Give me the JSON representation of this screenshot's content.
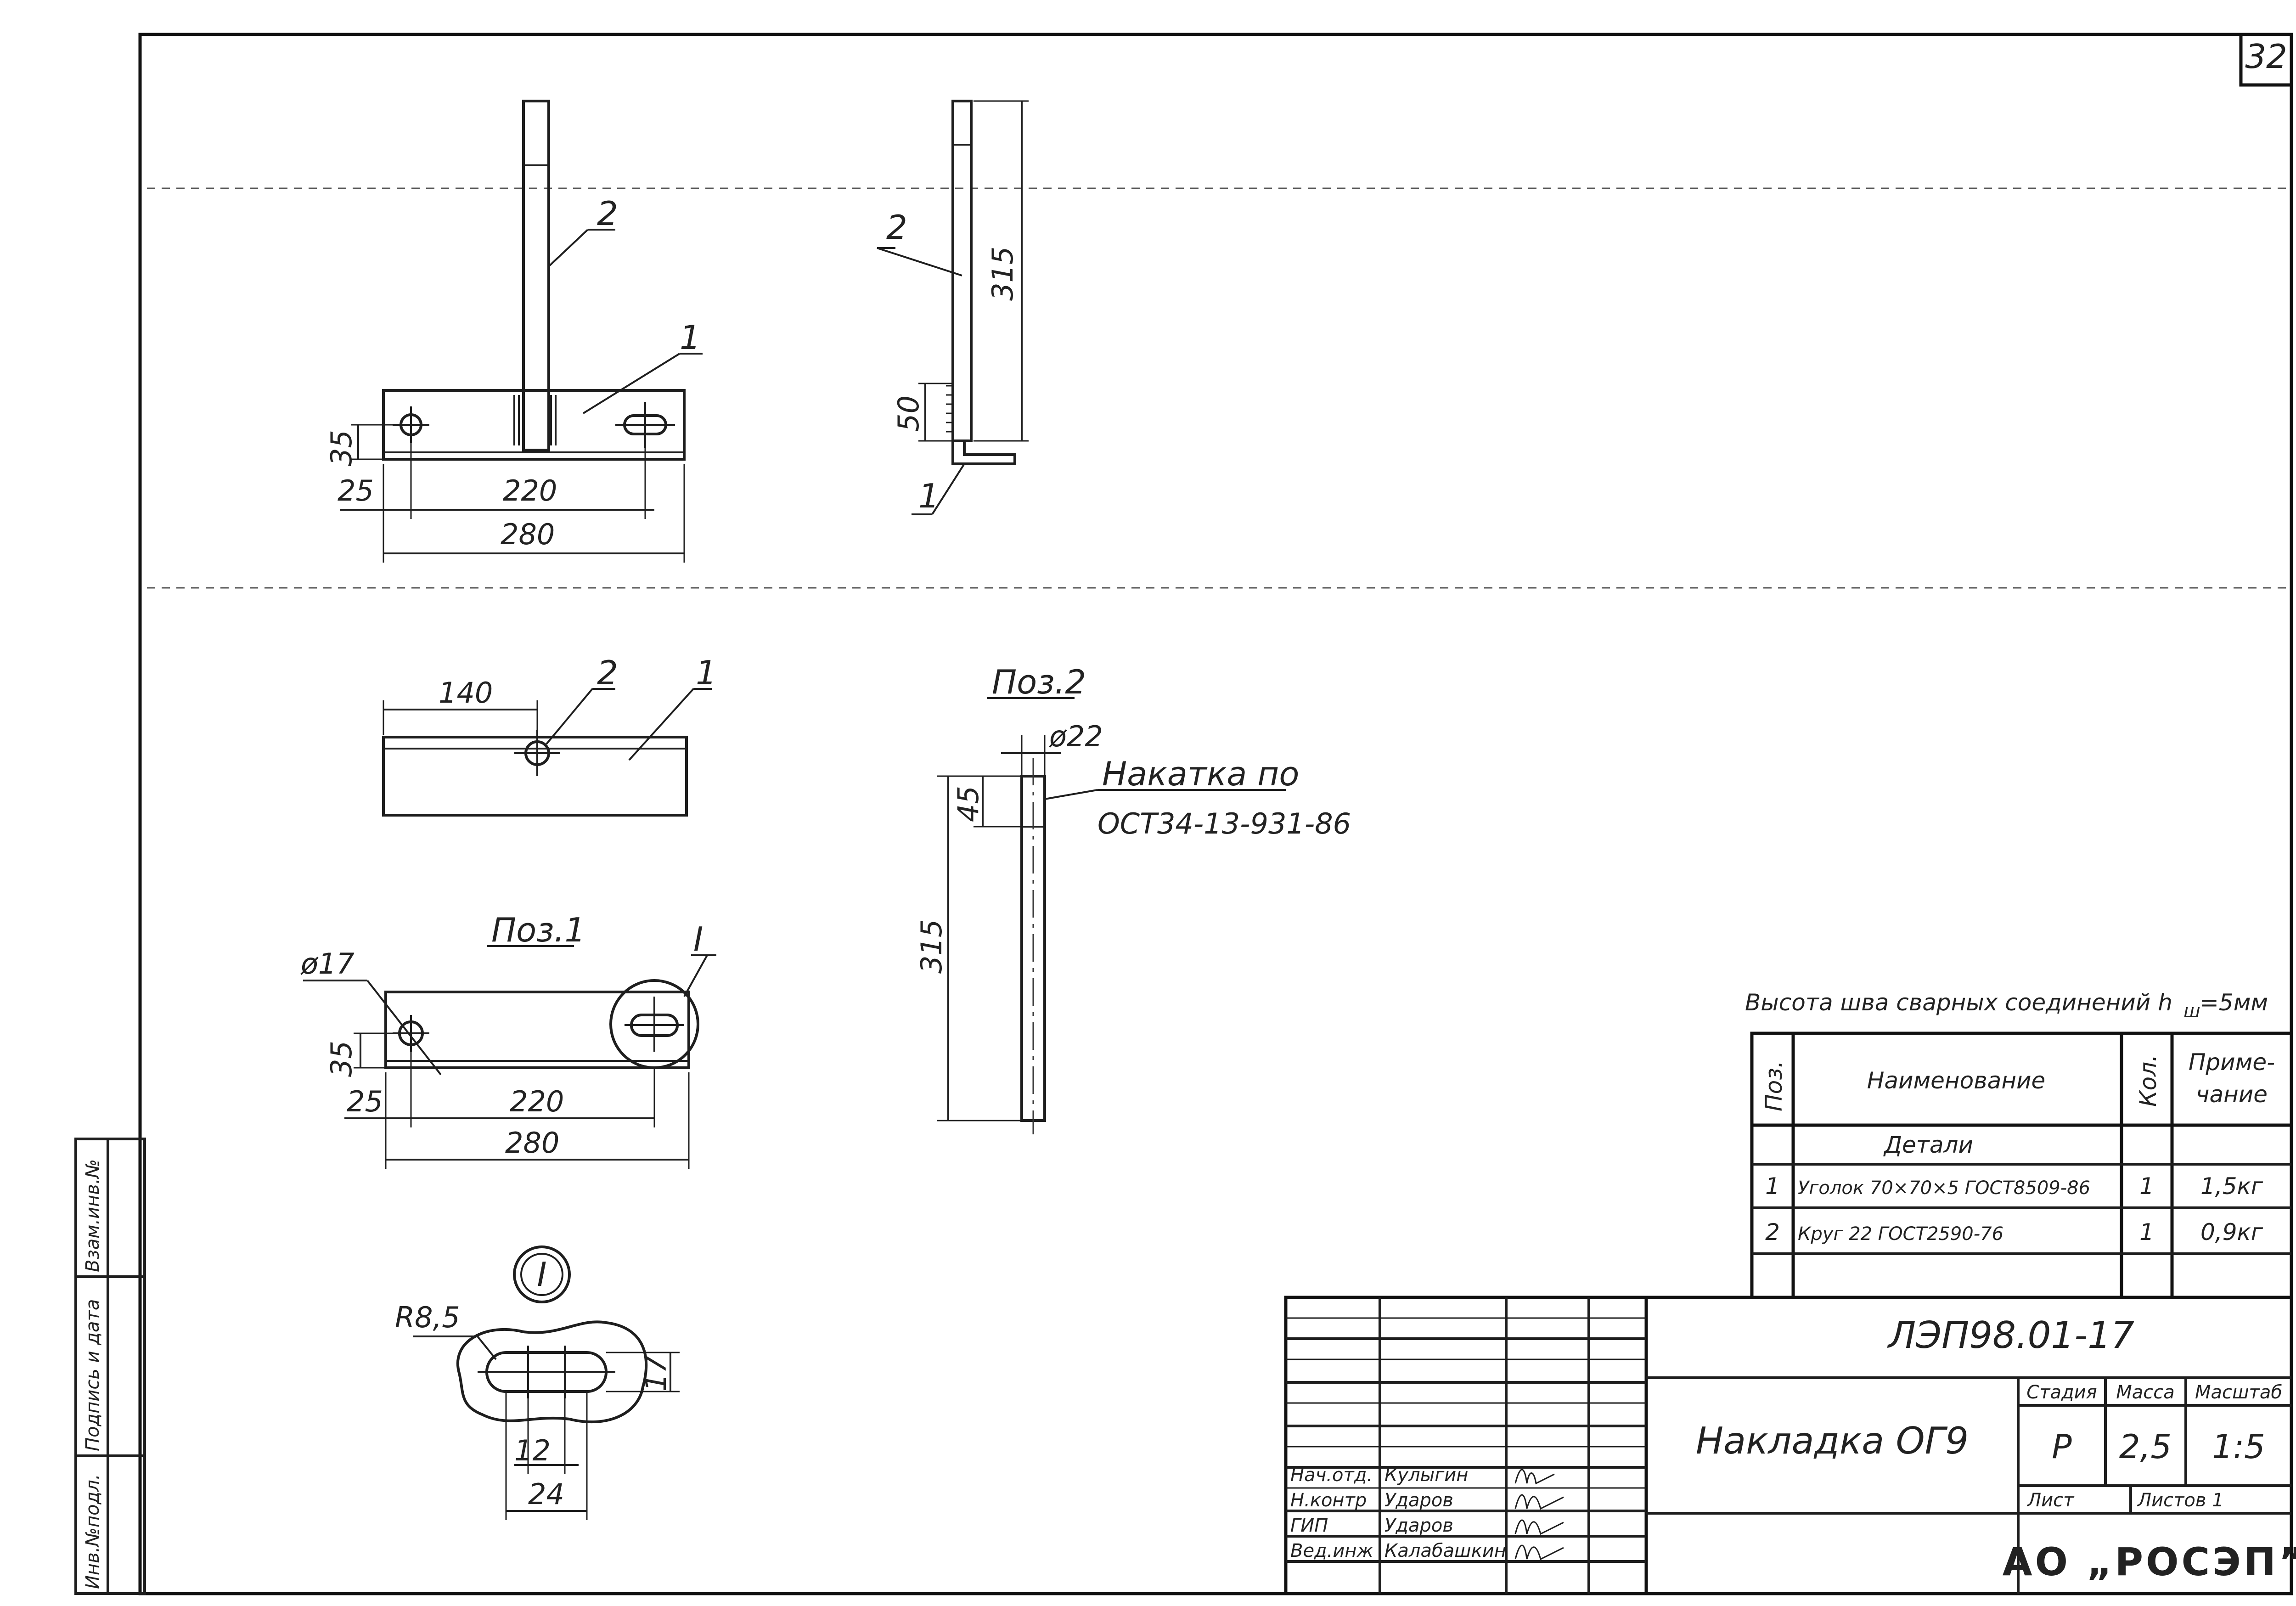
{
  "sheet": {
    "sheet_number": "32",
    "weld_note": "Высота шва сварных соединений h",
    "weld_note_sub": "ш",
    "weld_note_value": "=5мм"
  },
  "drawing": {
    "view_front": {
      "pos_labels": [
        "1",
        "2"
      ],
      "dims": [
        "35",
        "25",
        "220",
        "280"
      ]
    },
    "view_side": {
      "pos_labels": [
        "1",
        "2"
      ],
      "dims": [
        "50",
        "315"
      ]
    },
    "view_top": {
      "pos_labels": [
        "1",
        "2"
      ],
      "dims": [
        "140"
      ]
    },
    "pos1": {
      "title": "Поз.1",
      "detail_mark": "I",
      "dims": [
        "ø17",
        "35",
        "25",
        "220",
        "280"
      ]
    },
    "pos2": {
      "title": "Поз.2",
      "dims": [
        "ø22",
        "45",
        "315"
      ],
      "note_line1": "Накатка по",
      "note_line2": "ОСТ34-13-931-86"
    },
    "detail_I": {
      "mark": "I",
      "dims": [
        "R8,5",
        "17",
        "12",
        "24"
      ]
    }
  },
  "spec_table": {
    "headers": [
      "Поз.",
      "Наименование",
      "Кол.",
      "Приме-",
      "чание"
    ],
    "section": "Детали",
    "rows": [
      {
        "pos": "1",
        "name": "Уголок 70×70×5 ГОСТ8509-86",
        "qty": "1",
        "note": "1,5кг"
      },
      {
        "pos": "2",
        "name": "Круг 22 ГОСТ2590-76",
        "qty": "1",
        "note": "0,9кг"
      }
    ]
  },
  "title_block": {
    "doc_code": "ЛЭП98.01-17",
    "title": "Накладка ОГ9",
    "col_headers": [
      "Стадия",
      "Масса",
      "Масштаб"
    ],
    "stage": "Р",
    "mass": "2,5",
    "scale": "1:5",
    "sheet_label": "Лист",
    "sheets_label": "Листов 1",
    "company": "АО „РОСЭП”",
    "signatures": [
      {
        "role": "Нач.отд.",
        "name": "Кулыгин"
      },
      {
        "role": "Н.контр",
        "name": "Ударов"
      },
      {
        "role": "ГИП",
        "name": "Ударов"
      },
      {
        "role": "Вед.инж",
        "name": "Калабашкин"
      }
    ]
  },
  "side_stamp": {
    "fields": [
      "Инв.№подл.",
      "Подпись и дата",
      "Взам.инв.№"
    ]
  }
}
